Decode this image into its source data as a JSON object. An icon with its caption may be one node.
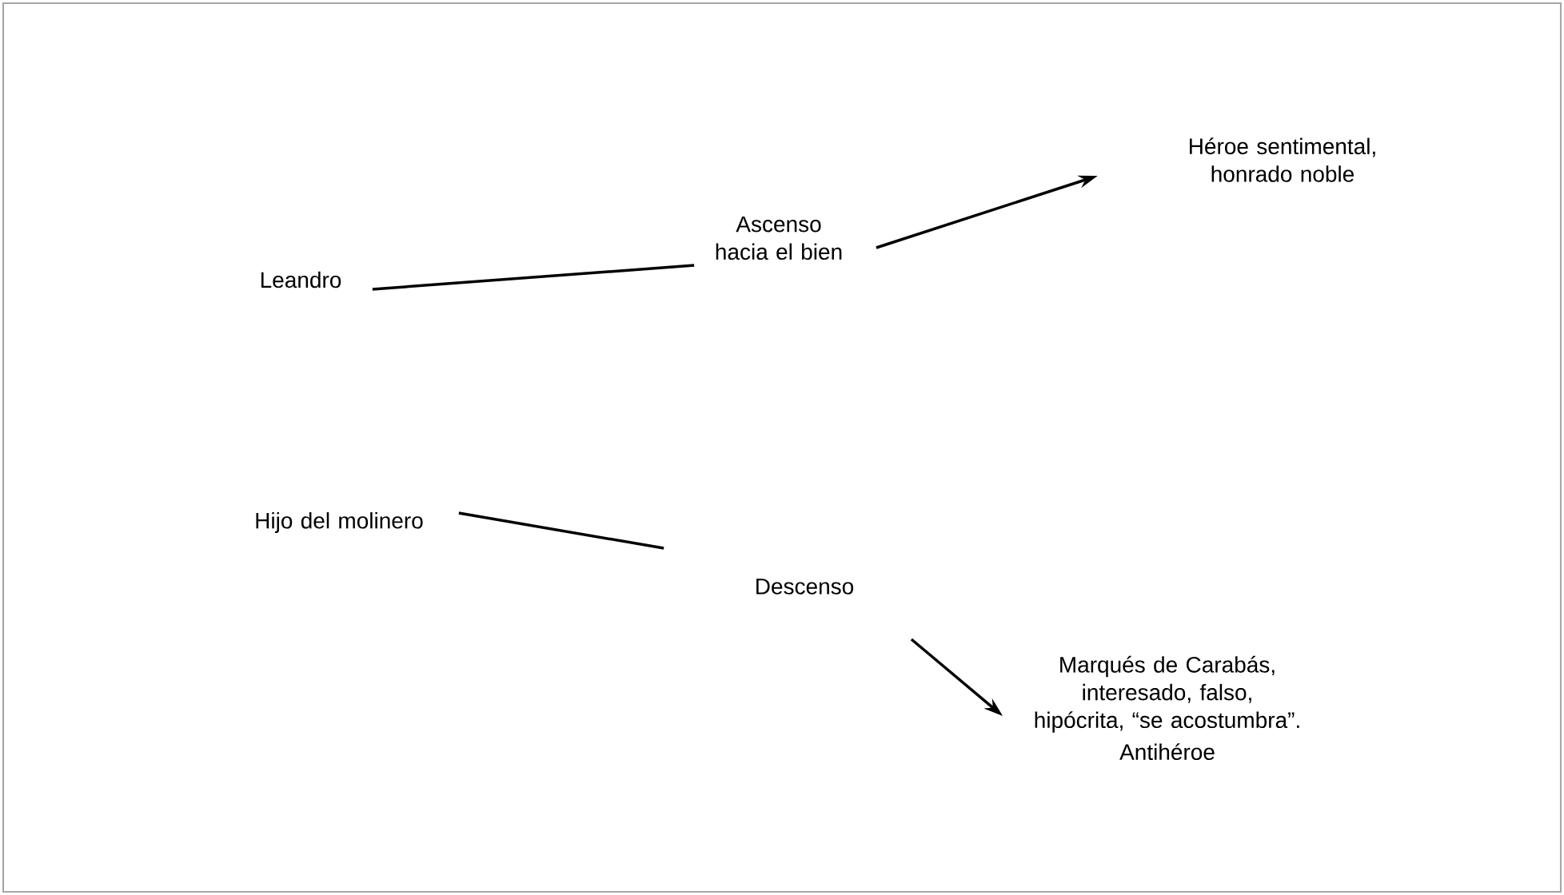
{
  "diagram": {
    "nodes": [
      {
        "text": [
          "Leandro"
        ]
      },
      {
        "text": [
          "Hijo del molinero"
        ]
      },
      {
        "text": [
          "Ascenso hacia el bien"
        ]
      },
      {
        "text": [
          "Descenso"
        ]
      },
      {
        "text": [
          "Héroe sentimental, honrado noble"
        ]
      },
      {
        "text": [
          "Marqués de Carabás, interesado, falso, hipócrita, “se acostumbra”.",
          "Antihéroe"
        ]
      }
    ],
    "edges": [
      {
        "from": 0,
        "to": 2,
        "arrow": "none"
      },
      {
        "from": 1,
        "to": 3,
        "arrow": "none"
      },
      {
        "from": 2,
        "to": 4,
        "arrow": "to"
      },
      {
        "from": 3,
        "to": 5,
        "arrow": "to"
      }
    ]
  }
}
